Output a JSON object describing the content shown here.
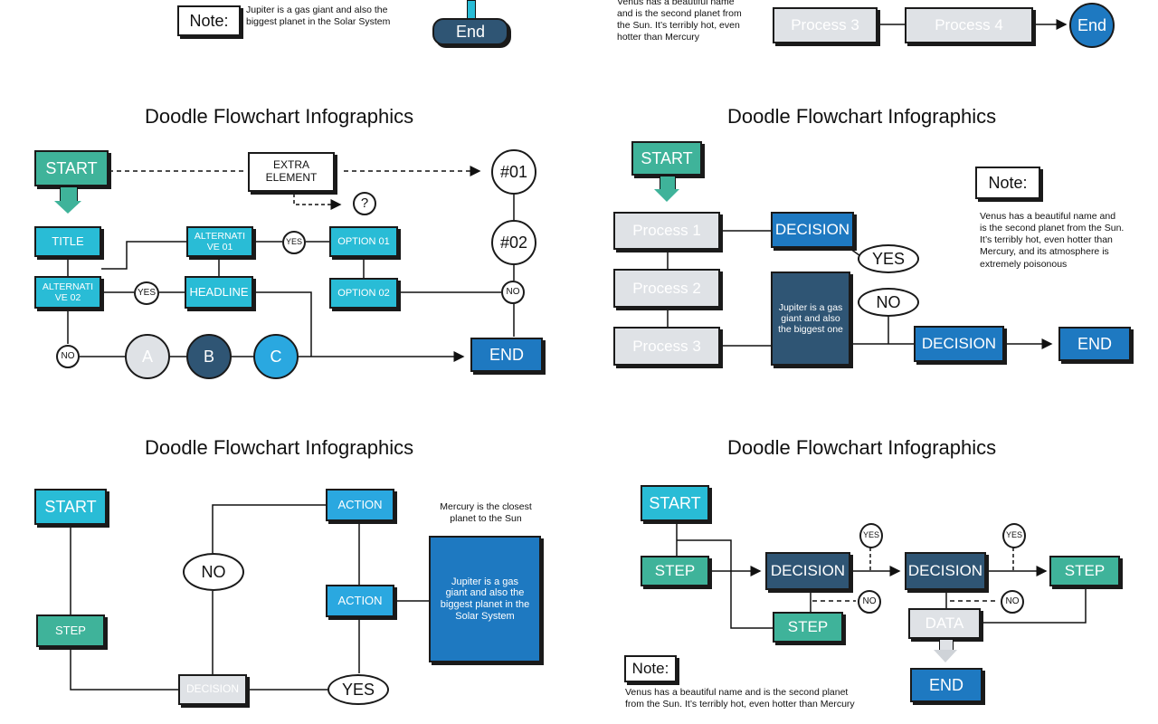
{
  "top_left": {
    "note_label": "Note:",
    "note_text": "Jupiter is a gas giant and also the biggest planet in the Solar System",
    "end_label": "End"
  },
  "top_right": {
    "venus_text": "Venus has a beautiful name and is the second planet from the Sun. It’s terribly hot, even hotter than Mercury",
    "process3": "Process 3",
    "process4": "Process 4",
    "end_label": "End"
  },
  "slide1": {
    "title": "Doodle Flowchart Infographics",
    "start": "START",
    "extra": "EXTRA ELEMENT",
    "q": "?",
    "n01": "#01",
    "n02": "#02",
    "title_box": "TITLE",
    "alt01": "ALTERNATI VE 01",
    "yes1": "YES",
    "option01": "OPTION 01",
    "alt02": "ALTERNATI VE 02",
    "yes2": "YES",
    "headline": "HEADLINE",
    "option02": "OPTION 02",
    "no_right": "NO",
    "no_left": "NO",
    "a": "A",
    "b": "B",
    "c": "C",
    "end": "END"
  },
  "slide2": {
    "title": "Doodle Flowchart Infographics",
    "start": "START",
    "note_label": "Note:",
    "note_text": "Venus has a beautiful name and is the second planet from the Sun. It’s terribly hot, even hotter than Mercury, and its atmosphere is extremely poisonous",
    "process1": "Process 1",
    "process2": "Process 2",
    "process3": "Process 3",
    "decision1": "DECISION",
    "yes": "YES",
    "no": "NO",
    "jupiter": "Jupiter is a gas giant and also the biggest one",
    "decision2": "DECISION",
    "end": "END"
  },
  "slide3": {
    "title": "Doodle Flowchart Infographics",
    "start": "START",
    "step": "STEP",
    "no": "NO",
    "action1": "ACTION",
    "action2": "ACTION",
    "decision": "DECISION",
    "yes": "YES",
    "mercury": "Mercury is the closest planet to the Sun",
    "jupiter": "Jupiter is a gas giant and also the biggest planet in the Solar System"
  },
  "slide4": {
    "title": "Doodle Flowchart Infographics",
    "start": "START",
    "step1": "STEP",
    "decision1": "DECISION",
    "yes1": "YES",
    "no1": "NO",
    "decision2": "DECISION",
    "yes2": "YES",
    "no2": "NO",
    "step3": "STEP",
    "step2": "STEP",
    "data": "DATA",
    "end": "END",
    "note_label": "Note:",
    "note_text": "Venus has a beautiful name and is the second planet from the Sun. It’s terribly hot, even hotter than Mercury"
  }
}
